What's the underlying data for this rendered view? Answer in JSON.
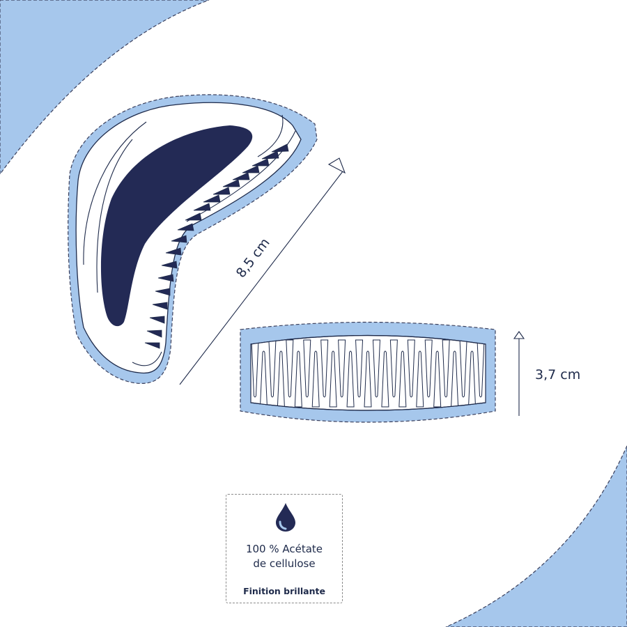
{
  "colors": {
    "light_blue": "#a6c7ec",
    "navy": "#232a55",
    "outline": "#1e2a4a",
    "dash": "#3a3f5c",
    "text": "#1e2a4a"
  },
  "dimensions": {
    "length_label": "8,5 cm",
    "height_label": "3,7 cm"
  },
  "info": {
    "icon": "water-drop-icon",
    "material_line1": "100 % Acétate",
    "material_line2": "de cellulose",
    "finish": "Finition brillante"
  }
}
